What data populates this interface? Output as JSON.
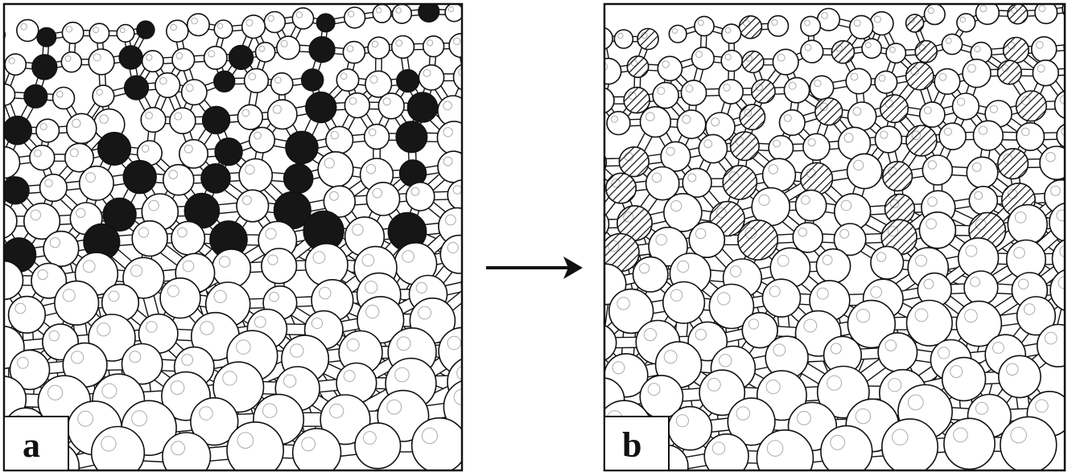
{
  "figure": {
    "panels": [
      {
        "label": "a",
        "description_key": "surface-with-dark-atoms",
        "atom_styles": [
          "white",
          "black"
        ]
      },
      {
        "label": "b",
        "description_key": "surface-with-hatched-atoms",
        "atom_styles": [
          "white",
          "hatched"
        ]
      }
    ],
    "arrow": {
      "direction": "right"
    },
    "colors": {
      "frame": "#111111",
      "atom_white": "#ffffff",
      "atom_dark": "#161616",
      "bond": "#ffffff",
      "outline": "#111111"
    }
  }
}
